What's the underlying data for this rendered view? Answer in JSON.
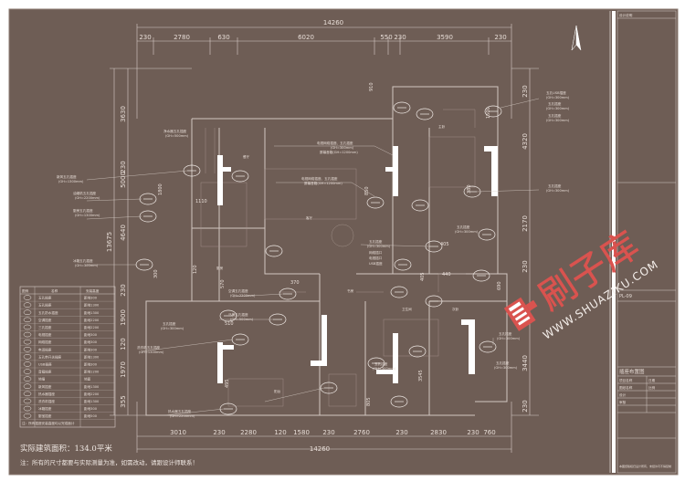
{
  "dimensions": {
    "overall": "14260",
    "top": [
      "230",
      "2780",
      "630",
      "6020",
      "550",
      "230",
      "3590",
      "230"
    ],
    "bottom": [
      "3010",
      "230",
      "2280",
      "120",
      "1580",
      "230",
      "2760",
      "230",
      "2830",
      "230",
      "760"
    ],
    "left": [
      "3630",
      "230",
      "5000",
      "13675",
      "4640",
      "230",
      "1900",
      "120",
      "1970",
      "355"
    ],
    "right": [
      "230",
      "4320",
      "2170",
      "230",
      "3440",
      "230"
    ],
    "inner": [
      "1110",
      "1800",
      "850",
      "440",
      "405",
      "370",
      "495",
      "910",
      "405",
      "3545",
      "805",
      "510",
      "300",
      "1500",
      "690",
      "380",
      "120",
      "570"
    ]
  },
  "callouts": {
    "left": [
      "新风五孔插座",
      "(GH=1300mm)",
      "油烟机五孔插座",
      "(GH=2200mm)",
      "厨房五孔插座",
      "(GH=1300mm)",
      "冰箱五孔插座",
      "(GH=300mm)"
    ],
    "top_mid": [
      "净水器五孔插座",
      "(GH=500mm)"
    ],
    "tv": [
      "电视网络插座、五孔插座",
      "(GH=300mm)",
      "屏幕音箱(GH=1200mm)",
      "电视网络插座、五孔插座",
      "屏幕音箱(GH=1200mm)"
    ],
    "right_top": [
      "五孔USB插座",
      "(GH=300mm)",
      "五孔插座",
      "(GH=300mm)",
      "五孔插座",
      "(GH=300mm)"
    ],
    "right_mid": [
      "五孔插座",
      "(GH=300mm)",
      "五孔插座",
      "(GH=300mm)",
      "五孔插座",
      "(GH=300mm)",
      "五孔插座",
      "(GH=300mm)"
    ],
    "bath": [
      "五孔插座",
      "(GH=300mm)",
      "网络插口",
      "电视插口",
      "USB插座"
    ],
    "lower": [
      "空调五孔插座",
      "(GH=2200mm)",
      "马桶五孔插座",
      "(GH=500mm)",
      "五孔插座",
      "(GH=300mm)",
      "热水器五孔插座",
      "(GH=2200mm)",
      "洗衣机五孔插座",
      "(GH=1300mm)",
      "五孔插座",
      "(GH=300mm)"
    ],
    "room_labels": [
      "厨房",
      "餐厅",
      "客厅",
      "卫生间",
      "主卧",
      "次卧",
      "书房",
      "阳台"
    ]
  },
  "legend": {
    "headers": [
      "图例",
      "名称",
      "安装高度"
    ],
    "rows": [
      [
        "五孔插座",
        "距地300"
      ],
      [
        "五孔插座",
        "距地1300"
      ],
      [
        "五孔防水插座",
        "距地1300"
      ],
      [
        "空调插座",
        "距地2200"
      ],
      [
        "三孔插座",
        "距地2200"
      ],
      [
        "电视插座",
        "距地300"
      ],
      [
        "网络插座",
        "距地300"
      ],
      [
        "电话插座",
        "距地300"
      ],
      [
        "五孔带开关插座",
        "距地1300"
      ],
      [
        "USB插座",
        "距地300"
      ],
      [
        "音箱插座",
        "距地1200"
      ],
      [
        "地插",
        "地面"
      ],
      [
        "新风插座",
        "距地1300"
      ],
      [
        "热水器插座",
        "距地2200"
      ],
      [
        "洗衣机插座",
        "距地1300"
      ],
      [
        "冰箱插座",
        "距地300"
      ],
      [
        "厨宝插座",
        "距地500"
      ]
    ],
    "footnote": "注：所有插座安装高度均以完成面计"
  },
  "area_note": "实际建筑面积：134.0平米",
  "disclaimer": "注：所有的尺寸都要与实际测量为准，如需改动，请跟设计师联系！",
  "title_block": {
    "header": "设计说明",
    "drawing_name": "插座布置图",
    "sheet_no": "PL-09",
    "rows": [
      "项目名称",
      "图纸名称",
      "设计",
      "审核",
      "日期",
      "比例"
    ],
    "footer": "本图纸版权归设计所有，未经许可不得复制"
  },
  "watermark": {
    "cn": "刷子库",
    "url": "WWW.SHUAZIKU.COM"
  }
}
